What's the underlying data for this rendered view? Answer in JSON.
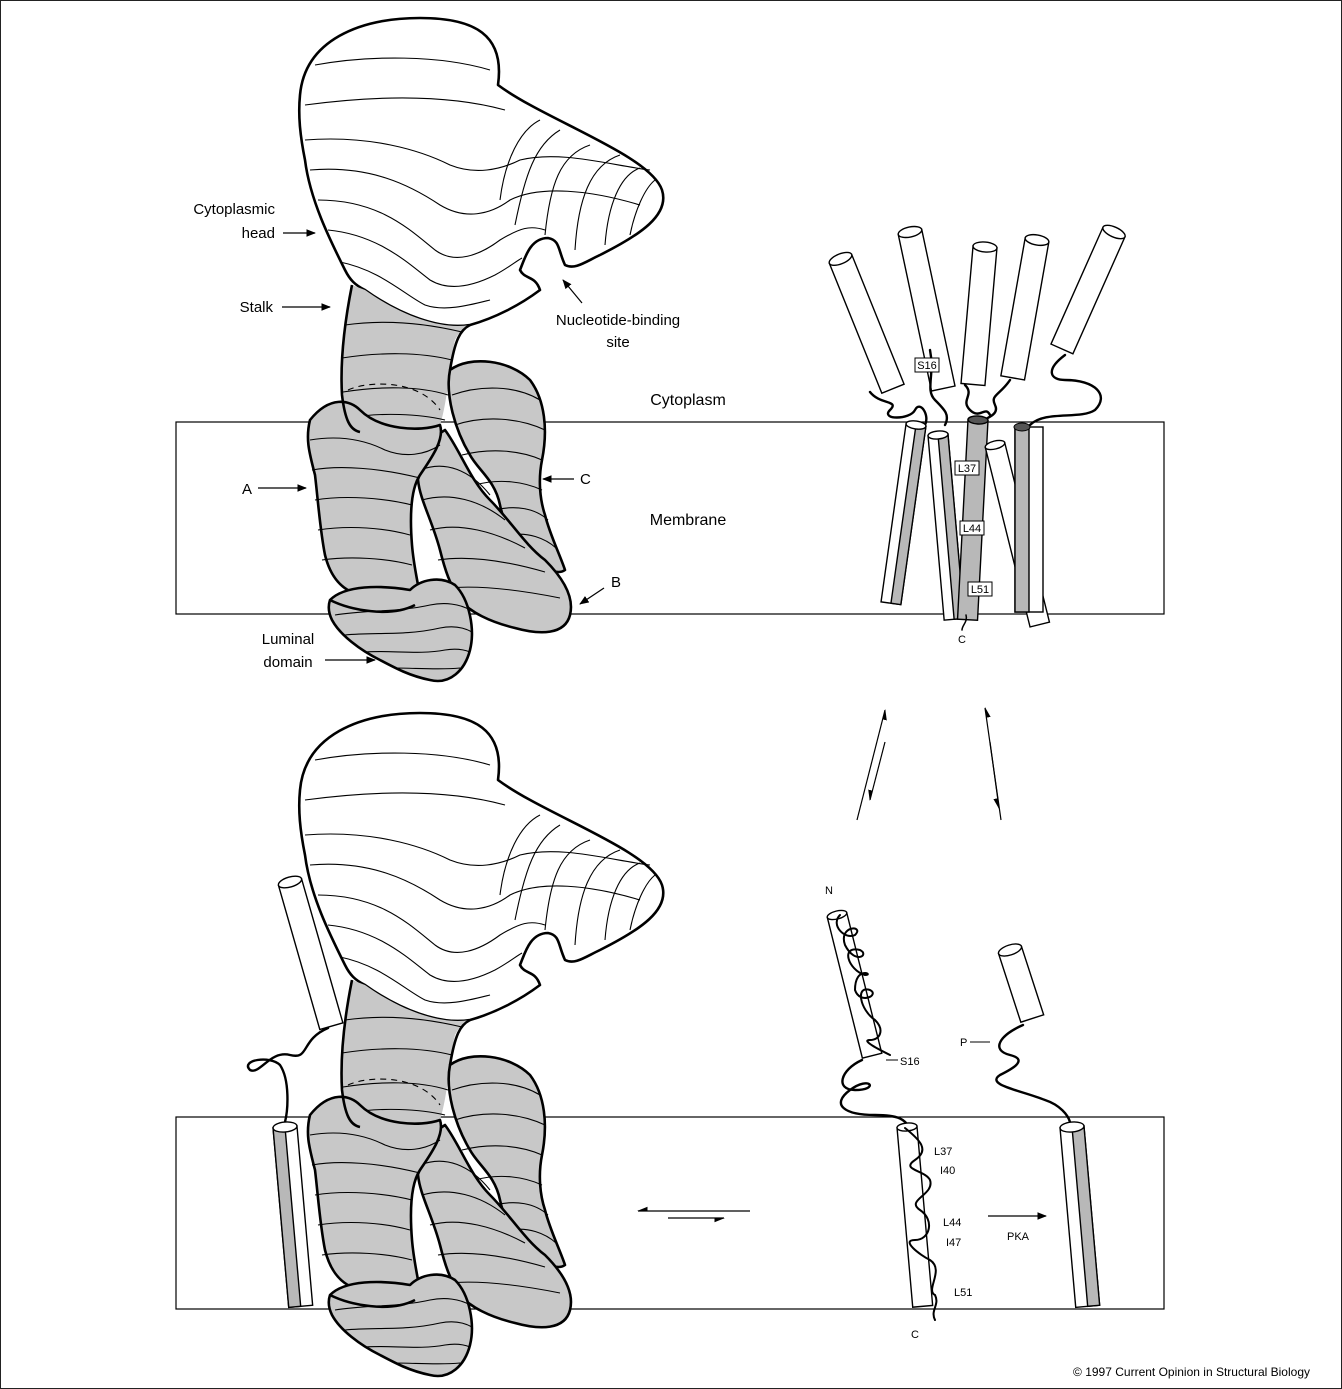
{
  "labels": {
    "cytoplasmic_head": [
      "Cytoplasmic",
      "head"
    ],
    "stalk": "Stalk",
    "nucleotide_binding_site": [
      "Nucleotide-binding",
      "site"
    ],
    "cytoplasm": "Cytoplasm",
    "membrane": "Membrane",
    "domain_a": "A",
    "domain_b": "B",
    "domain_c": "C",
    "luminal_domain": [
      "Luminal",
      "domain"
    ]
  },
  "top_right_residues": [
    "S16",
    "L37",
    "L44",
    "L51"
  ],
  "top_right_terminus": "C",
  "bottom_right": {
    "n_terminus": "N",
    "s16": "S16",
    "helix_residues": [
      "L37",
      "I40",
      "L44",
      "I47",
      "L51"
    ],
    "c_terminus": "C",
    "phospho": "P",
    "pka": "PKA"
  },
  "copyright": "© 1997 Current Opinion in Structural Biology",
  "colors": {
    "protein_fill": "#c8c8c8",
    "cylinder_grey": "#b8b8b8",
    "line": "#000000"
  }
}
